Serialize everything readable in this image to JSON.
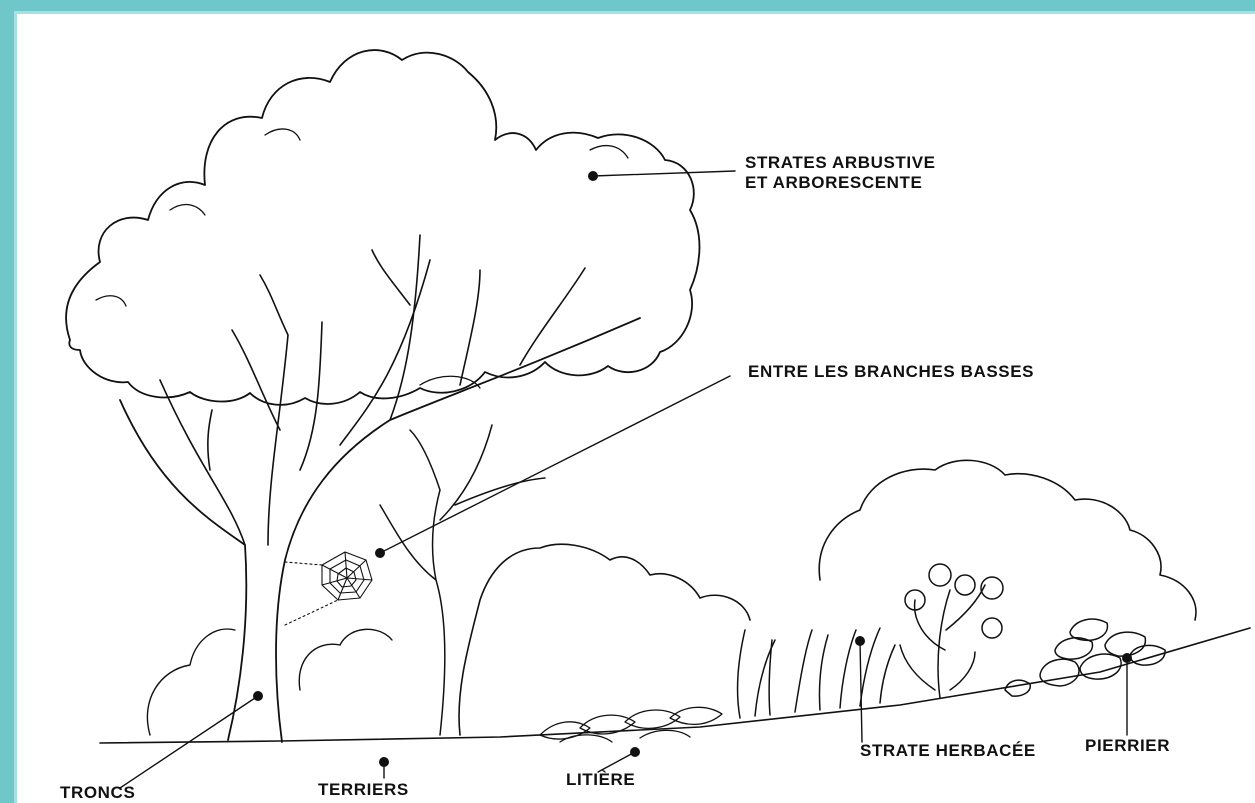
{
  "labels": {
    "strates_line1": "STRATES ARBUSTIVE",
    "strates_line2": "ET ARBORESCENTE",
    "branches": "ENTRE LES BRANCHES BASSES",
    "herbacee": "STRATE HERBACÉE",
    "pierrier": "PIERRIER",
    "troncs": "TRONCS",
    "terriers": "TERRIERS",
    "litiere": "LITIÈRE"
  },
  "colors": {
    "frame": "#6fc7c9",
    "frame_inner": "#a9dfe0",
    "ink": "#111111"
  }
}
